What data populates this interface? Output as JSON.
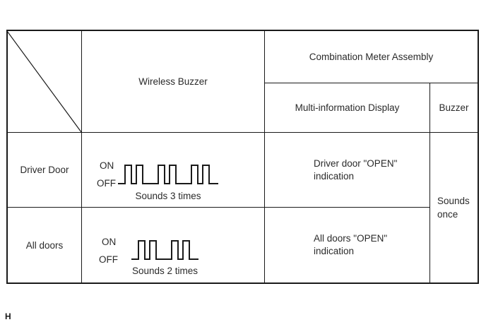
{
  "colors": {
    "line": "#1a1a1a",
    "text": "#2a2a2a",
    "background": "#ffffff"
  },
  "page_marker": "H",
  "table": {
    "header": {
      "wireless_buzzer": "Wireless Buzzer",
      "combination_meter_assembly": "Combination Meter Assembly",
      "multi_information_display": "Multi-information Display",
      "buzzer": "Buzzer"
    },
    "rows": [
      {
        "condition": "Driver Door",
        "waveform": {
          "on_label": "ON",
          "off_label": "OFF",
          "sound_groups": 3,
          "pulses_per_group": 2,
          "caption": "Sounds 3 times"
        },
        "display_indication": "Driver door \"OPEN\" indication"
      },
      {
        "condition": "All doors",
        "waveform": {
          "on_label": "ON",
          "off_label": "OFF",
          "sound_groups": 2,
          "pulses_per_group": 2,
          "caption": "Sounds 2 times"
        },
        "display_indication": "All doors \"OPEN\" indication"
      }
    ],
    "buzzer_column_merged": "Sounds once"
  }
}
